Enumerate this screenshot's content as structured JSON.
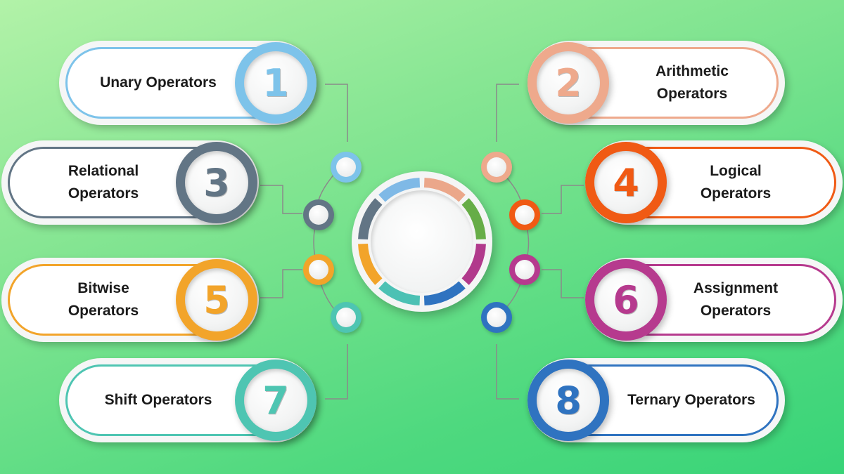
{
  "items": [
    {
      "number": "1",
      "label": "Unary Operators",
      "color": "#7dc3ea"
    },
    {
      "number": "2",
      "label": "Arithmetic\nOperators",
      "color": "#eea98c"
    },
    {
      "number": "3",
      "label": "Relational\nOperators",
      "color": "#627585"
    },
    {
      "number": "4",
      "label": "Logical\nOperators",
      "color": "#f05a14"
    },
    {
      "number": "5",
      "label": "Bitwise\nOperators",
      "color": "#f2a42a"
    },
    {
      "number": "6",
      "label": "Assignment\nOperators",
      "color": "#b63a8e"
    },
    {
      "number": "7",
      "label": "Shift  Operators",
      "color": "#4ec5b2"
    },
    {
      "number": "8",
      "label": "Ternary Operators",
      "color": "#2f73c0"
    }
  ],
  "hub": {
    "ring_colors": [
      "#7fb9e6",
      "#eba78a",
      "#66ad47",
      "#b13a8c",
      "#2f73c0",
      "#4cc1b4",
      "#f2a42a",
      "#627585"
    ]
  }
}
